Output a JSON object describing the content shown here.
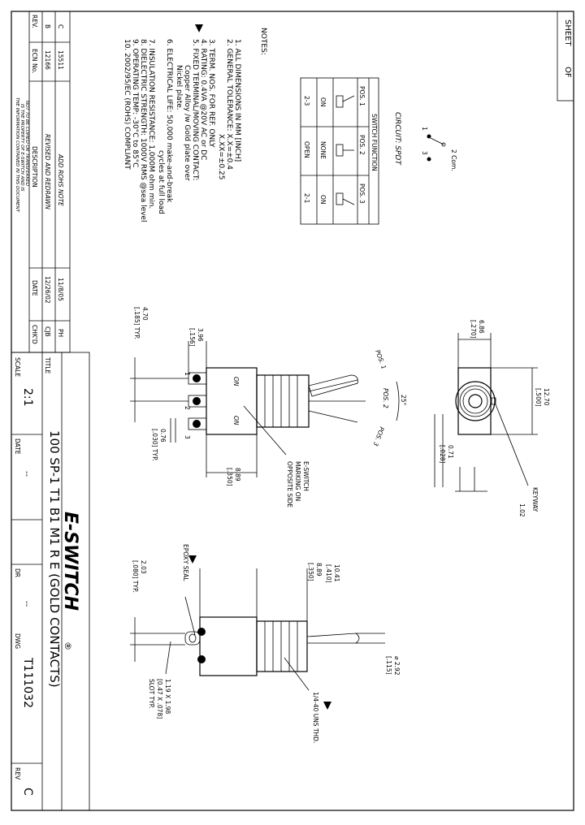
{
  "sheet": {
    "label": "SHEET",
    "of_label": "OF"
  },
  "notes": {
    "heading": "NOTES:",
    "items": [
      "1.  ALL DIMENSIONS IN MM [INCH]",
      "2.  GENERAL TOLERANCE: X.X=±0.4",
      "X.XX=±0.25",
      "3.  TERM. NOS. FOR REF. ONLY",
      "4.  RATING: 0.4VA @20V AC or DC",
      "5.  FIXED TERMINAL/MOVING CONTACT:",
      "Copper Alloy /w Gold plate over",
      "Nickel plate.",
      "6.  ELECTRICAL LIFE: 50,000 make-and-break",
      "cycles at full load",
      "7.  INSULATION RESISTANCE: 1,000M ohm min.",
      "8.  DIELECTRIC STRENGTH: 1000V RMS @sea level",
      "9.  OPERATING TEMP: -30°C to 85°C",
      "10. 2002/95/EC (ROHS) COMPLIANT"
    ]
  },
  "switch_table": {
    "title": "SWITCH FUNCTION",
    "headers": [
      "POS. 1",
      "POS. 2",
      "POS. 3"
    ],
    "row_on": [
      "ON",
      "NONE",
      "ON"
    ],
    "row_conn": [
      "2-3",
      "OPEN",
      "2-1"
    ]
  },
  "circuit": {
    "title": "CIRCUIT: SPDT",
    "com": "2 Com.",
    "t1": "1",
    "t3": "3"
  },
  "revisions": {
    "headers": [
      "REV.",
      "ECN No.",
      "DESCRIPTION",
      "DATE",
      "CHK'D"
    ],
    "rows": [
      [
        "C",
        "15511",
        "ADD ROHS NOTE",
        "11/8/05",
        "PH"
      ],
      [
        "B",
        "12166",
        "REVISED AND REDRAWN",
        "12/26/02",
        "CJB"
      ]
    ],
    "disclaimer": [
      "THE INFORMATION CONTAINED IN THIS DOCUMENT",
      "IS THE PROPERTY OF E-SWITCH AND IS",
      "NOT TO BE COPIED OR TRANSFERRED"
    ]
  },
  "title_block": {
    "title_label": "TITLE",
    "title": "100 SP-1 T1 B1 M1 R E (GOLD CONTACTS)",
    "scale_label": "SCALE",
    "scale": "2:1",
    "date_label": "DATE",
    "date": "--",
    "dr_label": "DR",
    "dr": "--",
    "dwg_label": "DWG",
    "dwg": "T111032",
    "rev_label": "REV",
    "rev": "C",
    "brand": "E-SWITCH",
    "brand_mark": "®"
  },
  "side_view": {
    "dims": {
      "d1": "3.96",
      "d1_in": "[.156]",
      "d2": "4.70",
      "d2_in": "[.185] TYP.",
      "d3": "0.76",
      "d3_in": "[.030] TYP.",
      "d4": "8.89",
      "d4_in": "[.350]"
    },
    "labels": {
      "on_left": "ON",
      "on_right": "ON",
      "t1": "1",
      "t2": "2",
      "t3": "3",
      "marking": [
        "E-SWITCH",
        "MARKING ON",
        "OPPOSITE SIDE"
      ],
      "pos1": "POS. 1",
      "pos2": "POS. 2",
      "pos3": "POS. 3",
      "angle": "25°"
    }
  },
  "end_view": {
    "dims": {
      "w": "6.86",
      "w_in": "[.270]",
      "h": "12.70",
      "h_in": "[.500]",
      "k": "0.71",
      "k_in": "[.028]",
      "kw": "1.02"
    },
    "labels": {
      "keyway": "KEYWAY"
    }
  },
  "front_view": {
    "dims": {
      "a": "10.41",
      "a_in": "[.410]",
      "b": "8.89",
      "b_in": "[.350]",
      "c": "2.03",
      "c_in": "[.080] TYP.",
      "d": "⌀ 2.92",
      "d_in": "[.115]",
      "slot": [
        "1.19 X 1.98",
        "[0.47 X .078]",
        "SLOT TYP."
      ]
    },
    "labels": {
      "epoxy": "EPOXY SEAL",
      "thread": "1/4-40 UNS THD."
    }
  }
}
